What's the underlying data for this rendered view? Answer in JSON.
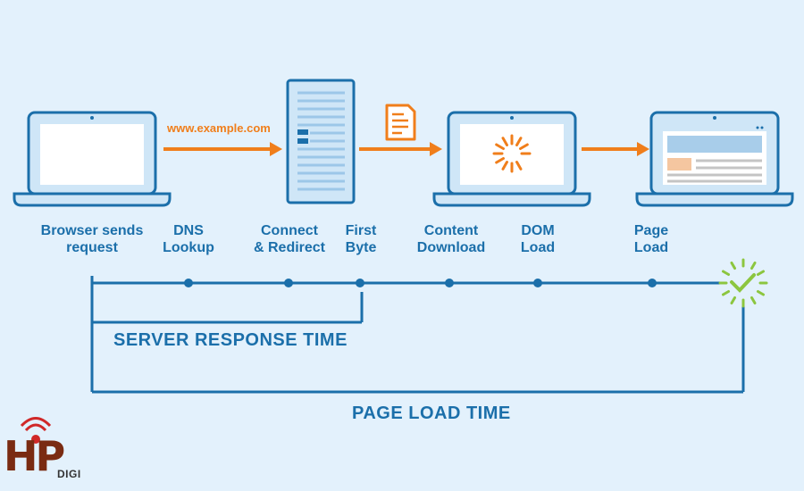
{
  "url_label": "www.example.com",
  "stages": [
    {
      "line1": "Browser sends",
      "line2": "request"
    },
    {
      "line1": "DNS",
      "line2": "Lookup"
    },
    {
      "line1": "Connect",
      "line2": "& Redirect"
    },
    {
      "line1": "First",
      "line2": "Byte"
    },
    {
      "line1": "Content",
      "line2": "Download"
    },
    {
      "line1": "DOM",
      "line2": "Load"
    },
    {
      "line1": "Page",
      "line2": "Load"
    }
  ],
  "brackets": {
    "server_response": "SERVER RESPONSE TIME",
    "page_load": "PAGE LOAD TIME"
  },
  "logo": {
    "mark": "HP",
    "sub": "DIGI"
  },
  "colors": {
    "blue": "#1b6faa",
    "light_blue": "#cfe6f7",
    "orange": "#f07e1b",
    "green": "#8cc63f",
    "background": "#e3f1fc"
  },
  "icons": [
    "laptop-icon",
    "server-icon",
    "document-icon",
    "loading-spinner-icon",
    "webpage-icon",
    "checkmark-icon"
  ]
}
